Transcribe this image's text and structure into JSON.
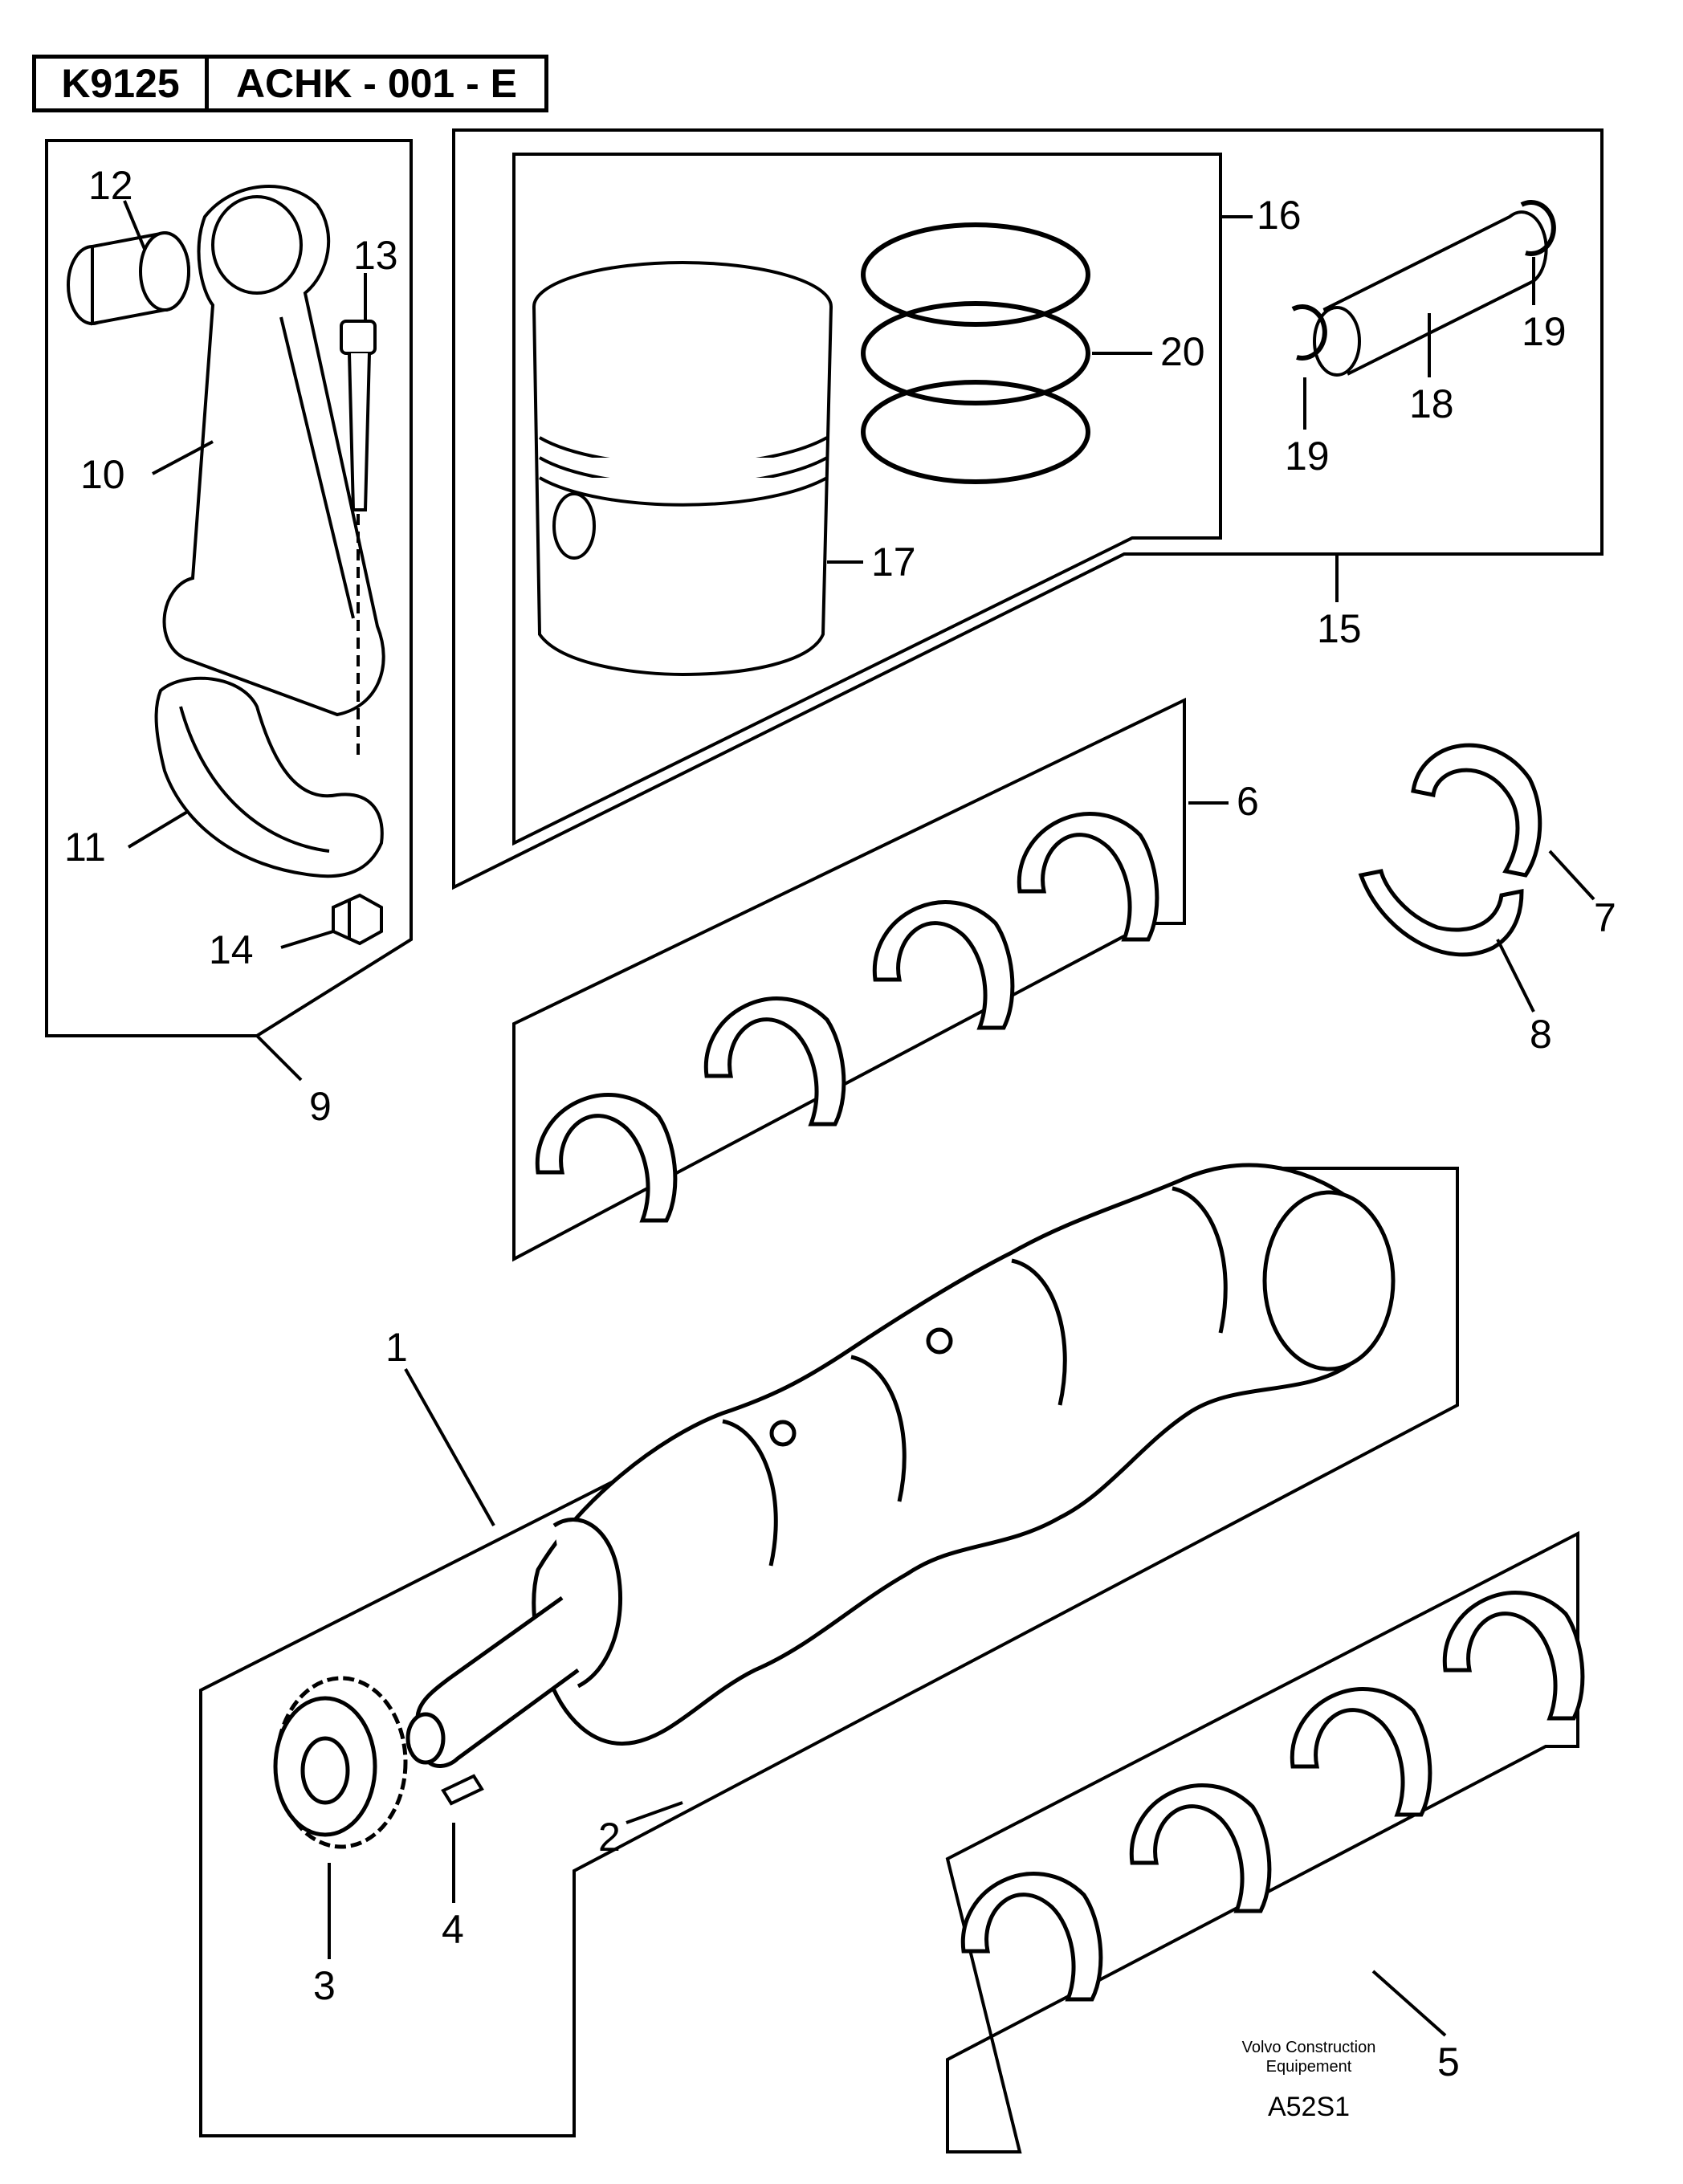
{
  "header": {
    "code": "K9125",
    "reference": "ACHK - 001 - E"
  },
  "callouts": [
    "1",
    "2",
    "3",
    "4",
    "5",
    "6",
    "7",
    "8",
    "9",
    "10",
    "11",
    "12",
    "13",
    "14",
    "15",
    "16",
    "17",
    "18",
    "19",
    "19",
    "20"
  ],
  "footer": {
    "publisher_line1": "Volvo Construction",
    "publisher_line2": "Equipement",
    "figure_code": "A52S1"
  }
}
